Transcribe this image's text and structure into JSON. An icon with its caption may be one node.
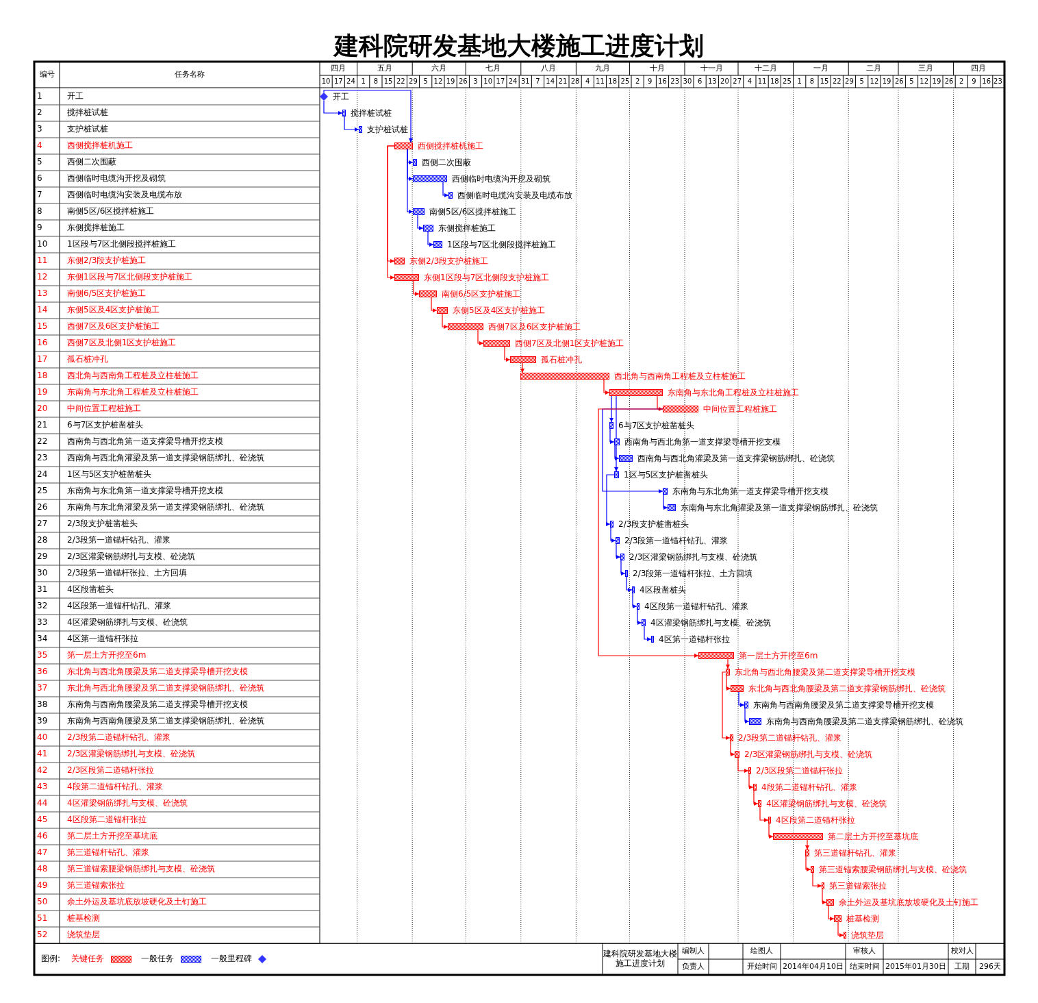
{
  "diagram": {
    "title": "建科院研发基地大楼施工进度计划",
    "nodes": [
      {
        "text": [],
        "shape": "diamond",
        "beside": [
          "开工"
        ]
      },
      {
        "text": [],
        "shape": "bar",
        "beside": [
          "搅拌桩试桩"
        ]
      },
      {
        "text": [],
        "shape": "bar",
        "beside": [
          "支护桩试桩"
        ]
      },
      {
        "text": [],
        "shape": "bar",
        "beside": [
          "西侧搅拌桩机施工"
        ]
      },
      {
        "text": [],
        "shape": "bar",
        "beside": [
          "西侧二次围蔽"
        ]
      },
      {
        "text": [],
        "shape": "bar",
        "beside": [
          "西侧临时电缆沟开挖及砌筑"
        ]
      },
      {
        "text": [],
        "shape": "bar",
        "beside": [
          "西侧临时电缆沟安装及电缆布放"
        ]
      },
      {
        "text": [],
        "shape": "bar",
        "beside": [
          "南侧5区/6区搅拌桩施工"
        ]
      },
      {
        "text": [],
        "shape": "bar",
        "beside": [
          "东侧搅拌桩施工"
        ]
      },
      {
        "text": [],
        "shape": "bar",
        "beside": [
          "1区段与7区北侧段搅拌桩施工"
        ]
      },
      {
        "text": [],
        "shape": "bar",
        "beside": [
          "东侧2/3段支护桩施工"
        ]
      },
      {
        "text": [],
        "shape": "bar",
        "beside": [
          "东侧1区段与7区北侧段支护桩施工"
        ]
      },
      {
        "text": [],
        "shape": "bar",
        "beside": [
          "南侧6/5区支护桩施工"
        ]
      },
      {
        "text": [],
        "shape": "bar",
        "beside": [
          "东侧5区及4区支护桩施工"
        ]
      },
      {
        "text": [],
        "shape": "bar",
        "beside": [
          "西侧7区及6区支护桩施工"
        ]
      },
      {
        "text": [],
        "shape": "bar",
        "beside": [
          "西侧7区及北侧1区支护桩施工"
        ]
      },
      {
        "text": [],
        "shape": "bar",
        "beside": [
          "孤石桩冲孔"
        ]
      },
      {
        "text": [],
        "shape": "bar",
        "beside": [
          "西北角与西南角工程桩及立柱桩施工"
        ]
      },
      {
        "text": [],
        "shape": "bar",
        "beside": [
          "东南角与东北角工程桩及立柱桩施工"
        ]
      },
      {
        "text": [],
        "shape": "bar",
        "beside": [
          "中间位置工程桩施工"
        ]
      },
      {
        "text": [],
        "shape": "bar",
        "beside": [
          "6与7区支护桩凿桩头"
        ]
      },
      {
        "text": [],
        "shape": "bar",
        "beside": [
          "西南角与西北角第一道支撑梁导槽开挖支模"
        ]
      },
      {
        "text": [],
        "shape": "bar",
        "beside": [
          "西南角与西北角灌梁及第一道支撑梁钢筋绑扎、砼浇筑"
        ]
      },
      {
        "text": [],
        "shape": "bar",
        "beside": [
          "1区与5区支护桩凿桩头"
        ]
      },
      {
        "text": [],
        "shape": "bar",
        "beside": [
          "东南角与东北角第一道支撑梁导槽开挖支模"
        ]
      },
      {
        "text": [],
        "shape": "bar",
        "beside": [
          "东南角与东北角灌梁及第一道支撑梁钢筋绑扎、砼浇筑"
        ]
      },
      {
        "text": [],
        "shape": "bar",
        "beside": [
          "2/3段支护桩凿桩头"
        ]
      },
      {
        "text": [],
        "shape": "bar",
        "beside": [
          "2/3段第一道锚杆钻孔、灌浆"
        ]
      },
      {
        "text": [],
        "shape": "bar",
        "beside": [
          "2/3区灌梁钢筋绑扎与支模、砼浇筑"
        ]
      },
      {
        "text": [],
        "shape": "bar",
        "beside": [
          "2/3段第一道锚杆张拉、土方回填"
        ]
      },
      {
        "text": [],
        "shape": "bar",
        "beside": [
          "4区段凿桩头"
        ]
      },
      {
        "text": [],
        "shape": "bar",
        "beside": [
          "4区段第一道锚杆钻孔、灌浆"
        ]
      },
      {
        "text": [],
        "shape": "bar",
        "beside": [
          "4区灌梁钢筋绑扎与支模、砼浇筑"
        ]
      },
      {
        "text": [],
        "shape": "bar",
        "beside": [
          "4区第一道锚杆张拉"
        ]
      },
      {
        "text": [],
        "shape": "bar",
        "beside": [
          "第一层土方开挖至6m"
        ]
      },
      {
        "text": [],
        "shape": "bar",
        "beside": [
          "东北角与西北角腰梁及第二道支撑梁导槽开挖支模"
        ]
      },
      {
        "text": [],
        "shape": "bar",
        "beside": [
          "东北角与西北角腰梁及第二道支撑梁钢筋绑扎、砼浇筑"
        ]
      },
      {
        "text": [],
        "shape": "bar",
        "beside": [
          "东南角与西南角腰梁及第二道支撑梁导槽开挖支模"
        ]
      },
      {
        "text": [],
        "shape": "bar",
        "beside": [
          "东南角与西南角腰梁及第二道支撑梁钢筋绑扎、砼浇筑"
        ]
      },
      {
        "text": [],
        "shape": "bar",
        "beside": [
          "2/3段第二道锚杆钻孔、灌浆"
        ]
      },
      {
        "text": [],
        "shape": "bar",
        "beside": [
          "2/3区灌梁钢筋绑扎与支模、砼浇筑"
        ]
      },
      {
        "text": [],
        "shape": "bar",
        "beside": [
          "2/3区段第二道锚杆张拉"
        ]
      },
      {
        "text": [],
        "shape": "bar",
        "beside": [
          "4段第二道锚杆钻孔、灌浆"
        ]
      },
      {
        "text": [],
        "shape": "bar",
        "beside": [
          "4区灌梁钢筋绑扎与支模、砼浇筑"
        ]
      },
      {
        "text": [],
        "shape": "bar",
        "beside": [
          "4区段第二道锚杆张拉"
        ]
      },
      {
        "text": [],
        "shape": "bar",
        "beside": [
          "第二层土方开挖至基坑底"
        ]
      },
      {
        "text": [],
        "shape": "bar",
        "beside": [
          "第三道锚杆钻孔、灌浆"
        ]
      },
      {
        "text": [],
        "shape": "bar",
        "beside": [
          "第三道锚索腰梁钢筋绑扎与支模、砼浇筑"
        ]
      },
      {
        "text": [],
        "shape": "bar",
        "beside": [
          "第三道锚索张拉"
        ]
      },
      {
        "text": [],
        "shape": "bar",
        "beside": [
          "余土外运及基坑底放坡硬化及土钉施工"
        ]
      },
      {
        "text": [],
        "shape": "bar",
        "beside": [
          "桩基检测"
        ]
      },
      {
        "text": [],
        "shape": "bar",
        "beside": [
          "浇筑垫层"
        ]
      }
    ],
    "edges": [
      {
        "from": 0,
        "to": 1,
        "arrow": "to",
        "color": "#0000ff"
      },
      {
        "from": 0,
        "to": 3,
        "arrow": "to",
        "color": "#0000ff"
      },
      {
        "from": 1,
        "to": 2,
        "arrow": "to",
        "color": "#0000ff"
      },
      {
        "from": 3,
        "to": 4,
        "arrow": "to",
        "color": "#0000ff"
      },
      {
        "from": 3,
        "to": 5,
        "arrow": "to",
        "color": "#0000ff"
      },
      {
        "from": 3,
        "to": 7,
        "arrow": "to",
        "color": "#0000ff"
      },
      {
        "from": 5,
        "to": 6,
        "arrow": "to",
        "color": "#0000ff"
      },
      {
        "from": 7,
        "to": 8,
        "arrow": "to",
        "color": "#0000ff"
      },
      {
        "from": 8,
        "to": 9,
        "arrow": "to",
        "color": "#0000ff"
      },
      {
        "from": 3,
        "to": 10,
        "arrow": "to"
      },
      {
        "from": 3,
        "to": 11,
        "arrow": "to"
      },
      {
        "from": 11,
        "to": 12,
        "arrow": "to"
      },
      {
        "from": 12,
        "to": 13,
        "arrow": "to"
      },
      {
        "from": 13,
        "to": 14,
        "arrow": "to"
      },
      {
        "from": 14,
        "to": 15,
        "arrow": "to"
      },
      {
        "from": 15,
        "to": 16,
        "arrow": "to"
      },
      {
        "from": 16,
        "to": 17,
        "arrow": "to"
      },
      {
        "from": 17,
        "to": 18,
        "arrow": "to"
      },
      {
        "from": 18,
        "to": 19,
        "arrow": "to"
      },
      {
        "from": 18,
        "to": 20,
        "arrow": "to",
        "color": "#0000ff"
      },
      {
        "from": 18,
        "to": 23,
        "arrow": "to",
        "color": "#0000ff"
      },
      {
        "from": 20,
        "to": 21,
        "arrow": "to",
        "color": "#0000ff"
      },
      {
        "from": 21,
        "to": 22,
        "arrow": "to",
        "color": "#0000ff"
      },
      {
        "from": 19,
        "to": 24,
        "arrow": "to",
        "color": "#0000ff"
      },
      {
        "from": 24,
        "to": 25,
        "arrow": "to",
        "color": "#0000ff"
      },
      {
        "from": 23,
        "to": 26,
        "arrow": "to",
        "color": "#0000ff"
      },
      {
        "from": 26,
        "to": 27,
        "arrow": "to",
        "color": "#0000ff"
      },
      {
        "from": 27,
        "to": 28,
        "arrow": "to",
        "color": "#0000ff"
      },
      {
        "from": 28,
        "to": 29,
        "arrow": "to",
        "color": "#0000ff"
      },
      {
        "from": 29,
        "to": 30,
        "arrow": "to",
        "color": "#0000ff"
      },
      {
        "from": 30,
        "to": 31,
        "arrow": "to",
        "color": "#0000ff"
      },
      {
        "from": 31,
        "to": 32,
        "arrow": "to",
        "color": "#0000ff"
      },
      {
        "from": 32,
        "to": 33,
        "arrow": "to",
        "color": "#0000ff"
      },
      {
        "from": 19,
        "to": 34,
        "arrow": "to"
      },
      {
        "from": 34,
        "to": 35,
        "arrow": "to"
      },
      {
        "from": 35,
        "to": 36,
        "arrow": "to"
      },
      {
        "from": 36,
        "to": 37,
        "arrow": "to",
        "color": "#0000ff"
      },
      {
        "from": 37,
        "to": 38,
        "arrow": "to",
        "color": "#0000ff"
      },
      {
        "from": 35,
        "to": 39,
        "arrow": "to"
      },
      {
        "from": 39,
        "to": 40,
        "arrow": "to"
      },
      {
        "from": 40,
        "to": 41,
        "arrow": "to"
      },
      {
        "from": 41,
        "to": 42,
        "arrow": "to"
      },
      {
        "from": 42,
        "to": 43,
        "arrow": "to"
      },
      {
        "from": 43,
        "to": 44,
        "arrow": "to"
      },
      {
        "from": 44,
        "to": 45,
        "arrow": "to"
      },
      {
        "from": 45,
        "to": 46,
        "arrow": "to"
      },
      {
        "from": 46,
        "to": 47,
        "arrow": "to"
      },
      {
        "from": 47,
        "to": 48,
        "arrow": "to"
      },
      {
        "from": 48,
        "to": 49,
        "arrow": "to"
      },
      {
        "from": 49,
        "to": 50,
        "arrow": "to"
      },
      {
        "from": 50,
        "to": 51,
        "arrow": "to"
      }
    ],
    "labels": [
      "编号",
      "任务名称",
      "四月",
      "五月",
      "六月",
      "七月",
      "八月",
      "九月",
      "十月",
      "十一月",
      "十二月",
      "一月",
      "二月",
      "三月",
      "四月",
      "10",
      "17",
      "24",
      "1",
      "8",
      "15",
      "22",
      "29",
      "5",
      "12",
      "19",
      "26",
      "3",
      "10",
      "17",
      "24",
      "31",
      "7",
      "14",
      "21",
      "28",
      "4",
      "11",
      "18",
      "25",
      "2",
      "9",
      "16",
      "23",
      "30",
      "6",
      "13",
      "20",
      "27",
      "4",
      "11",
      "18",
      "25",
      "1",
      "8",
      "15",
      "22",
      "29",
      "5",
      "12",
      "19",
      "26",
      "5",
      "12",
      "19",
      "26",
      "2",
      "9",
      "16",
      "23",
      "1",
      "开工",
      "2",
      "搅拌桩试桩",
      "3",
      "支护桩试桩",
      "4",
      "西侧搅拌桩机施工",
      "5",
      "西侧二次围蔽",
      "6",
      "西侧临时电缆沟开挖及砌筑",
      "7",
      "西侧临时电缆沟安装及电缆布放",
      "8",
      "南侧5区/6区搅拌桩施工",
      "9",
      "东侧搅拌桩施工",
      "10",
      "1区段与7区北侧段搅拌桩施工",
      "11",
      "东侧2/3段支护桩施工",
      "12",
      "东侧1区段与7区北侧段支护桩施工",
      "13",
      "南侧6/5区支护桩施工",
      "14",
      "东侧5区及4区支护桩施工",
      "15",
      "西侧7区及6区支护桩施工",
      "16",
      "西侧7区及北侧1区支护桩施工",
      "17",
      "孤石桩冲孔",
      "18",
      "西北角与西南角工程桩及立柱桩施工",
      "19",
      "东南角与东北角工程桩及立柱桩施工",
      "20",
      "中间位置工程桩施工",
      "21",
      "6与7区支护桩凿桩头",
      "22",
      "西南角与西北角第一道支撑梁导槽开挖支模",
      "23",
      "西南角与西北角灌梁及第一道支撑梁钢筋绑扎、砼浇筑",
      "24",
      "1区与5区支护桩凿桩头",
      "25",
      "东南角与东北角第一道支撑梁导槽开挖支模",
      "26",
      "东南角与东北角灌梁及第一道支撑梁钢筋绑扎、砼浇筑",
      "27",
      "2/3段支护桩凿桩头",
      "28",
      "2/3段第一道锚杆钻孔、灌浆",
      "29",
      "2/3区灌梁钢筋绑扎与支模、砼浇筑",
      "30",
      "2/3段第一道锚杆张拉、土方回填",
      "31",
      "4区段凿桩头",
      "32",
      "4区段第一道锚杆钻孔、灌浆",
      "33",
      "4区灌梁钢筋绑扎与支模、砼浇筑",
      "34",
      "4区第一道锚杆张拉",
      "35",
      "第一层土方开挖至6m",
      "36",
      "东北角与西北角腰梁及第二道支撑梁导槽开挖支模",
      "37",
      "东北角与西北角腰梁及第二道支撑梁钢筋绑扎、砼浇筑",
      "38",
      "东南角与西南角腰梁及第二道支撑梁导槽开挖支模",
      "39",
      "东南角与西南角腰梁及第二道支撑梁钢筋绑扎、砼浇筑",
      "40",
      "2/3段第二道锚杆钻孔、灌浆",
      "41",
      "2/3区灌梁钢筋绑扎与支模、砼浇筑",
      "42",
      "2/3区段第二道锚杆张拉",
      "43",
      "4段第二道锚杆钻孔、灌浆",
      "44",
      "4区灌梁钢筋绑扎与支模、砼浇筑",
      "45",
      "4区段第二道锚杆张拉",
      "46",
      "第二层土方开挖至基坑底",
      "47",
      "第三道锚杆钻孔、灌浆",
      "48",
      "第三道锚索腰梁钢筋绑扎与支模、砼浇筑",
      "49",
      "第三道锚索张拉",
      "50",
      "余土外运及基坑底放坡硬化及土钉施工",
      "51",
      "桩基检测",
      "52",
      "浇筑垫层",
      "图例:",
      "建科院研发基地大楼施工进度计划",
      "编制人",
      "绘图人",
      "审核人",
      "校对人",
      "负责人",
      "开始时间",
      "2014年04月10日",
      "结束时间",
      "2015年01月30日",
      "工期",
      "296天"
    ],
    "legend": [
      {
        "text": "关键任务",
        "color": "#ff0000"
      },
      {
        "text": "一般任务",
        "color": "#0000ff"
      },
      {
        "text": "一般里程碑"
      }
    ]
  }
}
